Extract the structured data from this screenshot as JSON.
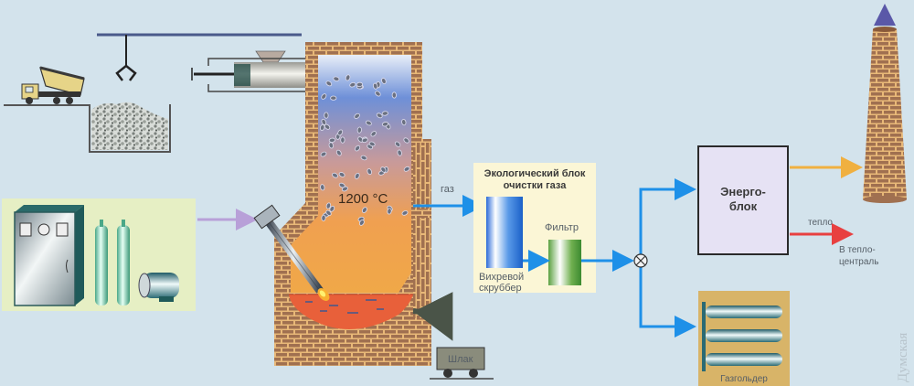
{
  "diagram": {
    "title": "Схема плазменной переработки отходов",
    "colors": {
      "background": "#d3e3ec",
      "brick": "#a07050",
      "mortar": "#e8b878",
      "gas_flow": "#1e90e8",
      "heat_flow": "#e84040",
      "exhaust_flow": "#f0b040",
      "power_flow": "#b8a0d8",
      "eco_block_bg": "#fbf6d6",
      "energy_block_bg": "#e6e2f4",
      "gasholder_bg": "#d8b468",
      "control_bg": "#e6efc4"
    },
    "nodes": {
      "truck": {
        "icon": "dump-truck-icon"
      },
      "bunker": {
        "icon": "waste-bunker-icon"
      },
      "crane": {
        "icon": "grab-crane-icon"
      },
      "feeder": {
        "icon": "screw-feeder-icon"
      },
      "control": {
        "icon": "control-cabinet-icon",
        "cylinders": 2,
        "motor": "electric-motor-icon"
      },
      "torch": {
        "icon": "plasma-torch-icon"
      },
      "furnace": {
        "temperature": "1200 °C"
      },
      "slag": {
        "label": "Шлак"
      },
      "eco_block": {
        "title_line1": "Экологический блок",
        "title_line2": "очистки газа",
        "scrubber_line1": "Вихревой",
        "scrubber_line2": "скруббер",
        "filter": "Фильтр"
      },
      "valve": {
        "icon": "valve-icon"
      },
      "energy_block": {
        "line1": "Энерго-",
        "line2": "блок"
      },
      "gasholder": {
        "label": "Газгольдер"
      },
      "chimney": {
        "icon": "chimney-icon"
      }
    },
    "flows": {
      "gas": "газ",
      "heat": "тепло",
      "heat_dest_line1": "В тепло-",
      "heat_dest_line2": "централь"
    },
    "watermark": "Думская"
  }
}
